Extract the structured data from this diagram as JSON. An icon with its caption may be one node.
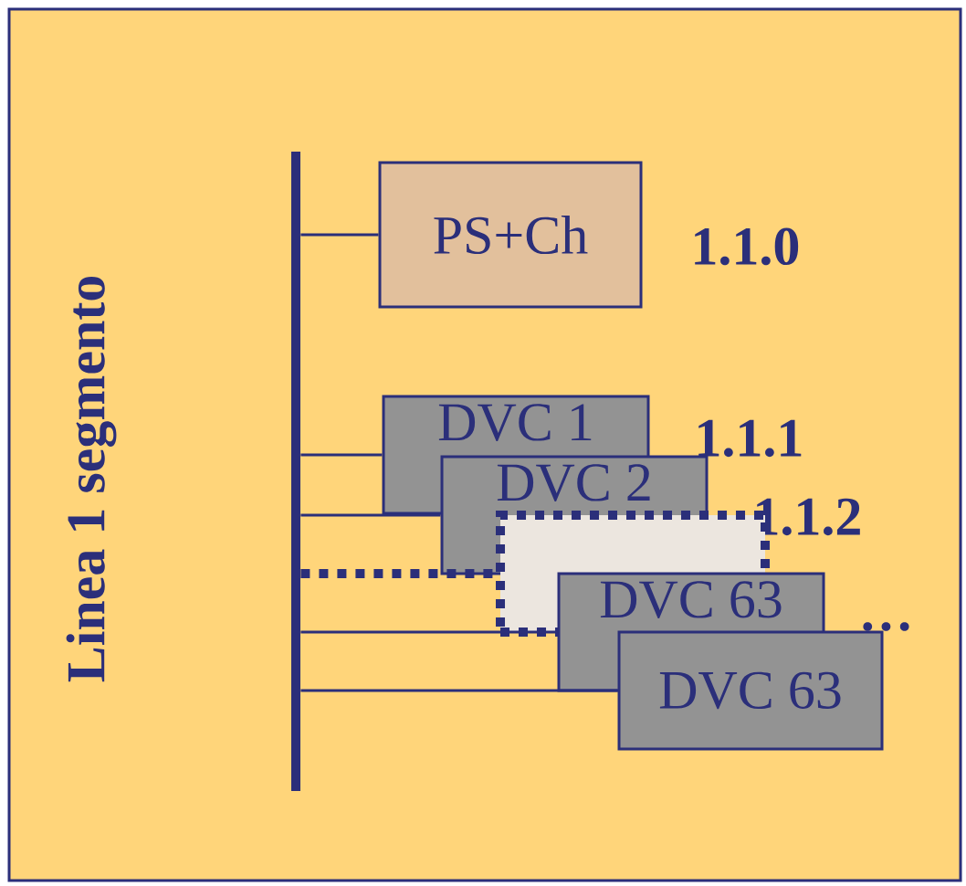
{
  "diagram": {
    "nodes": [
      {
        "text": [],
        "shape": "bar"
      },
      {
        "text": [
          "PS+Ch"
        ],
        "beside": [
          "1.1.0"
        ]
      },
      {
        "text": [
          "DVC 1"
        ]
      },
      {
        "text": [
          "DVC 2"
        ]
      },
      {
        "text": [],
        "shape": "box"
      },
      {
        "text": [
          "DVC 63"
        ]
      },
      {
        "text": [
          "DVC 63"
        ]
      }
    ],
    "edges": [
      {
        "from": 0,
        "to": 1,
        "arrow": "none"
      },
      {
        "from": 0,
        "to": 2,
        "arrow": "none"
      },
      {
        "from": 0,
        "to": 3,
        "arrow": "none"
      },
      {
        "from": 0,
        "to": 4,
        "arrow": "none",
        "style": "dashed"
      },
      {
        "from": 0,
        "to": 5,
        "arrow": "none"
      },
      {
        "from": 0,
        "to": 6,
        "arrow": "none"
      }
    ],
    "labels": [
      "Linea 1 segmento",
      "1.1.1",
      "1.1.2",
      "…"
    ]
  }
}
